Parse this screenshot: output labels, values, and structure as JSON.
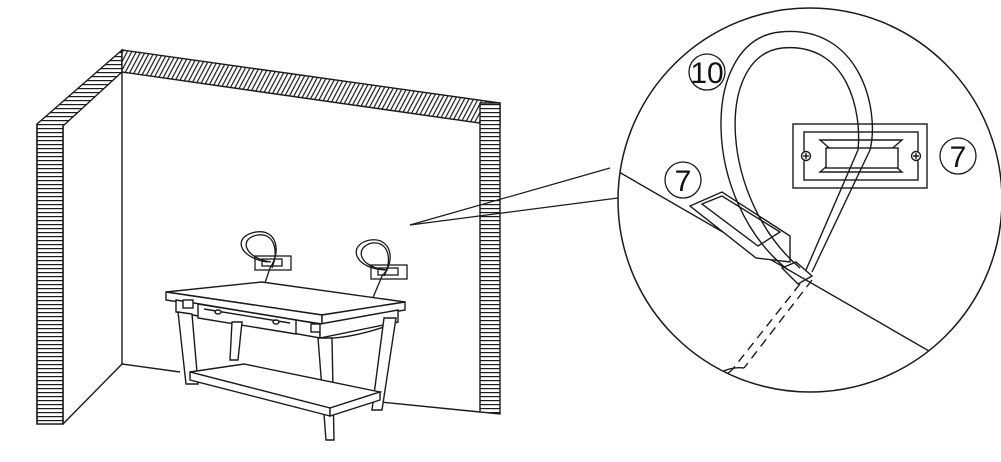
{
  "callouts": {
    "tie_strap": "10",
    "anchor_left": "7",
    "anchor_right": "7"
  },
  "colors": {
    "stroke": "#1a1a1a",
    "background": "#ffffff"
  }
}
